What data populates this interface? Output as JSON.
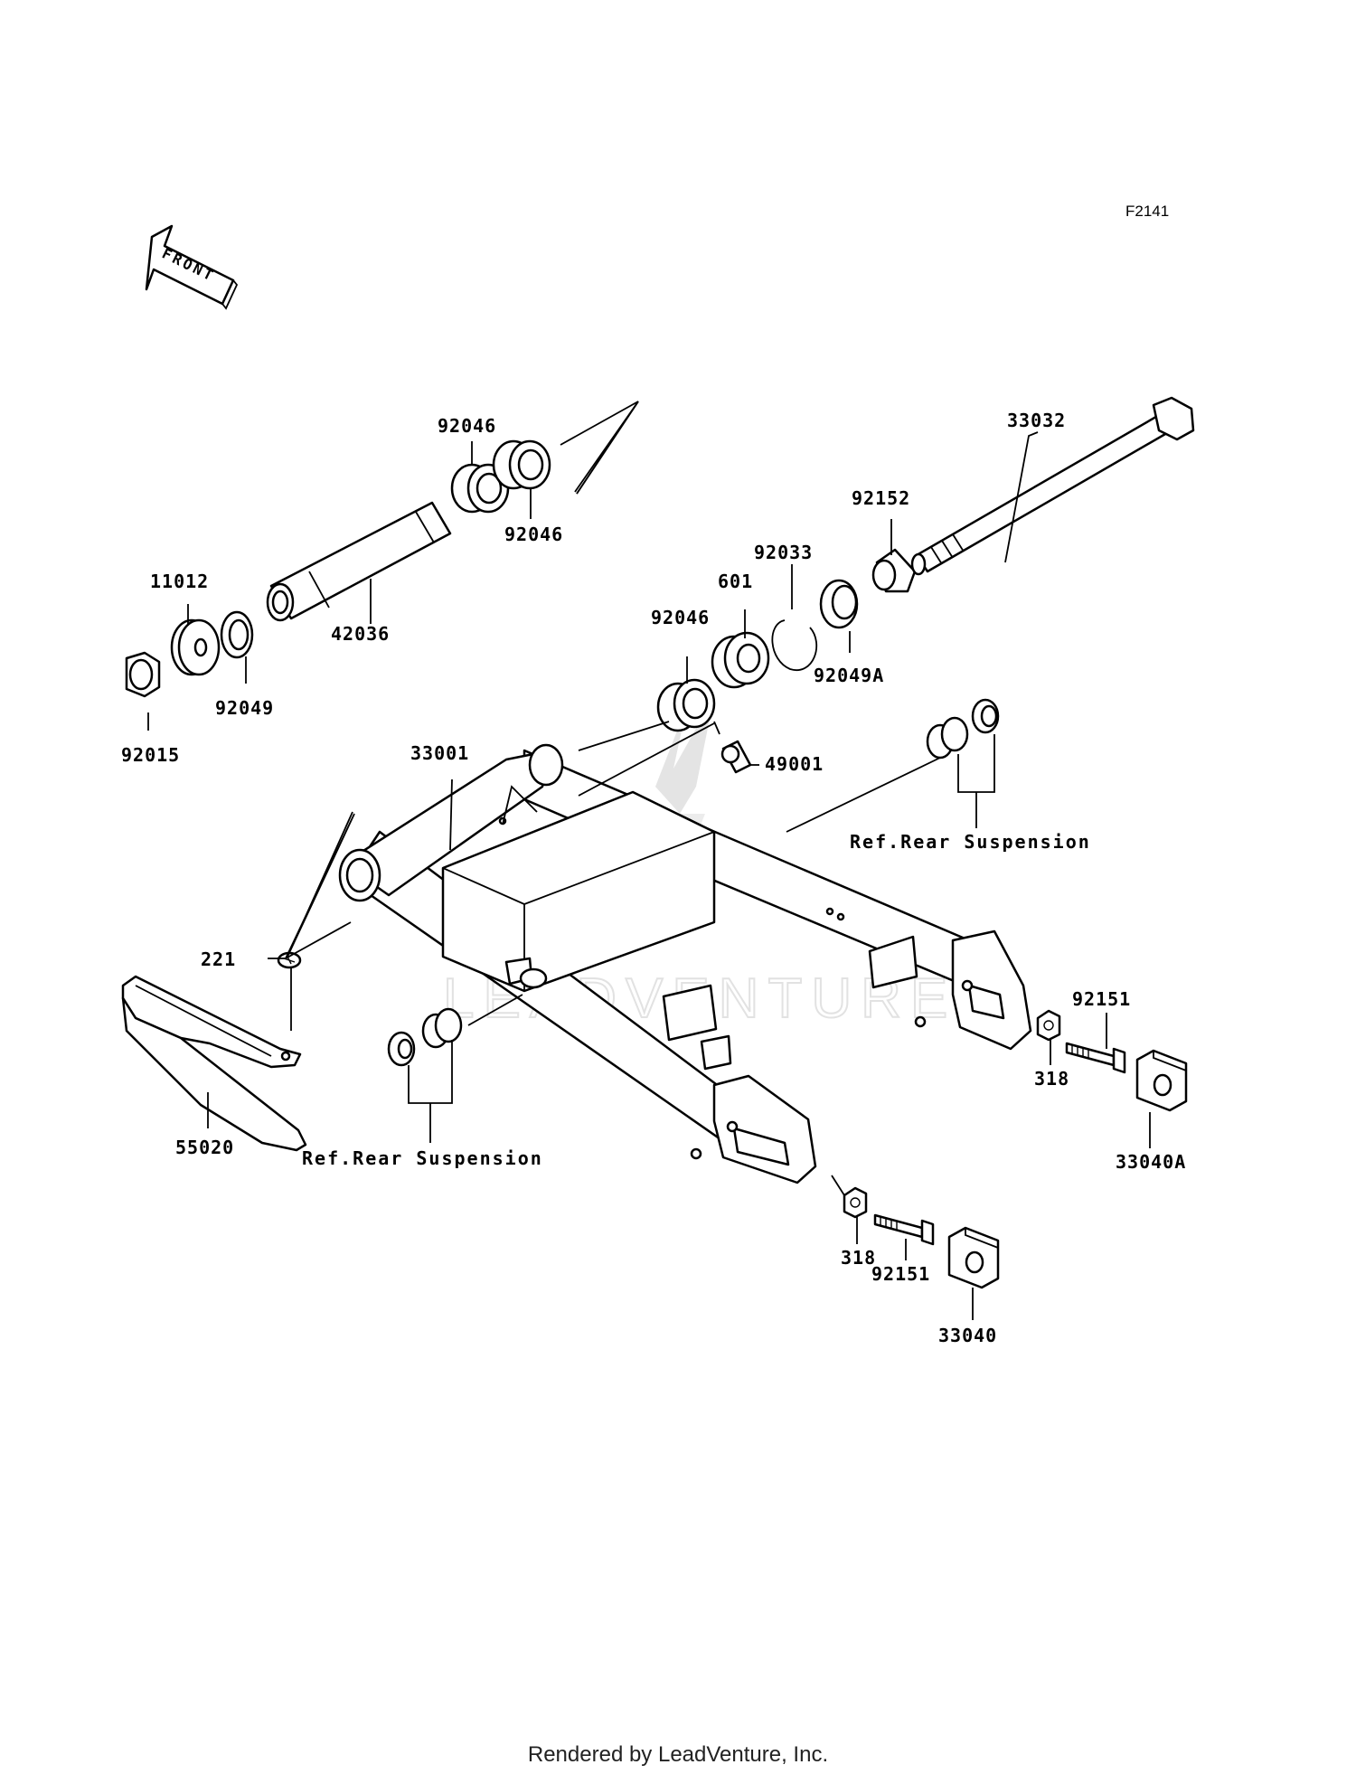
{
  "figure_id": "F2141",
  "front_arrow": {
    "label": "FRONT",
    "icon": "front-direction-arrow-icon"
  },
  "watermark": "LEADVENTURE",
  "footer": "Rendered by LeadVenture, Inc.",
  "refs": {
    "upper": "Ref.Rear Suspension",
    "lower": "Ref.Rear Suspension"
  },
  "parts": {
    "p92046_a": "92046",
    "p92046_b": "92046",
    "p92046_c": "92046",
    "p33032": "33032",
    "p92152": "92152",
    "p92033": "92033",
    "p601": "601",
    "p92049A": "92049A",
    "p11012": "11012",
    "p42036": "42036",
    "p92049": "92049",
    "p92015": "92015",
    "p49001": "49001",
    "p33001": "33001",
    "p221": "221",
    "p55020": "55020",
    "p92151_a": "92151",
    "p318_a": "318",
    "p33040A": "33040A",
    "p318_b": "318",
    "p92151_b": "92151",
    "p33040": "33040"
  }
}
